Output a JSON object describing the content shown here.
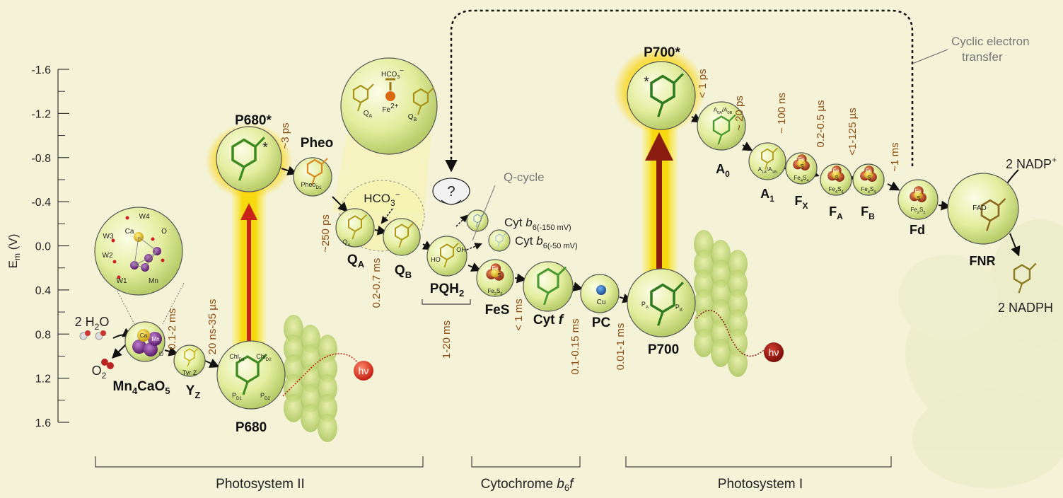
{
  "axis": {
    "label_main": "E",
    "label_sub": "m",
    "label_unit": " (V)",
    "ticks": [
      "-1.6",
      "-1.2",
      "-0.8",
      "-0.4",
      "0.0",
      "0.4",
      "0.8",
      "1.2",
      "1.6"
    ]
  },
  "sections": {
    "ps2": "Photosystem II",
    "cyt_pre": "Cytochrome ",
    "cyt_b": "b",
    "cyt_sub": "6",
    "cyt_f": "f",
    "ps1": "Photosystem I"
  },
  "cyclic": {
    "line1": "Cyclic electron",
    "line2": "transfer"
  },
  "qcycle": "Q-cycle",
  "question": "?",
  "water": {
    "pre": "2 H",
    "sub": "2",
    "post": "O"
  },
  "oxygen": {
    "pre": "O",
    "sub": "2"
  },
  "mn_cluster": {
    "pre": "Mn",
    "s1": "4",
    "mid": "CaO",
    "s2": "5"
  },
  "mn_atoms": {
    "ca": "Ca",
    "mn": "Mn",
    "o": "O"
  },
  "cluster_zoom": {
    "w4": "W4",
    "w3": "W3",
    "w2": "W2",
    "w1": "W1",
    "ca": "Ca",
    "o": "O",
    "mn": "Mn"
  },
  "yz": {
    "pre": "Y",
    "sub": "Z",
    "inner": "Tyr Z"
  },
  "p680": {
    "name": "P680",
    "star_name": "P680*",
    "star": "*",
    "chl1": "Chl",
    "chl1_sub": "D1",
    "chl2": "Chl",
    "chl2_sub": "D2",
    "pd1": "P",
    "pd1_sub": "D1",
    "pd2": "P",
    "pd2_sub": "D2"
  },
  "pheo": {
    "name": "Pheo",
    "inner": "Pheo",
    "inner_sub": "D1"
  },
  "qa": {
    "pre": "Q",
    "sub": "A",
    "inner": "Q",
    "inner_sub": "A"
  },
  "qb": {
    "pre": "Q",
    "sub": "B",
    "inner": "Q",
    "inner_sub": "B"
  },
  "bicarb": {
    "pre": "HCO",
    "sub": "3",
    "sup": "−"
  },
  "zoom_qaqb": {
    "hco": "HCO",
    "hco_sub": "3",
    "hco_sup": "−",
    "fe": "Fe",
    "fe_sup": "2+",
    "qa": "Q",
    "qa_sub": "A",
    "qb": "Q",
    "qb_sub": "B"
  },
  "pqh2": {
    "pre": "PQH",
    "sub": "2",
    "ho": "HO",
    "oh": "OH"
  },
  "cytb1": {
    "pre": "Cyt ",
    "b": "b",
    "sub": "6(-150 mV)"
  },
  "cytb2": {
    "pre": "Cyt ",
    "b": "b",
    "sub": "6(-50 mV)"
  },
  "fes": {
    "name": "FeS",
    "fe": "Fe",
    "s": "S",
    "inner": "Fe",
    "inner_s1": "2",
    "inner_mid": "S",
    "inner_s2": "2"
  },
  "cytf": {
    "pre": "Cyt ",
    "f": "f"
  },
  "pc": {
    "name": "PC",
    "inner": "Cu"
  },
  "p700": {
    "name": "P700",
    "star_name": "P700*",
    "star": "*",
    "pa": "P",
    "pa_sub": "A",
    "pb": "P",
    "pb_sub": "B"
  },
  "a0": {
    "pre": "A",
    "sub": "0",
    "inner1": "A",
    "inner1_sub": "0A",
    "slash": "/A",
    "inner2_sub": "0B"
  },
  "a1": {
    "pre": "A",
    "sub": "1",
    "inner": "A",
    "inner_sub": "1A",
    "slash": "/A",
    "inner2_sub": "1B"
  },
  "fx": {
    "pre": "F",
    "sub": "X",
    "fe": "Fe",
    "s": "S",
    "inner": "Fe",
    "inner_s1": "4",
    "inner_mid": "S",
    "inner_s2": "4"
  },
  "fa": {
    "pre": "F",
    "sub": "A",
    "fe": "Fe",
    "s": "S",
    "inner": "Fe",
    "inner_s1": "4",
    "inner_mid": "S",
    "inner_s2": "4"
  },
  "fb": {
    "pre": "F",
    "sub": "B",
    "fe": "Fe",
    "s": "S",
    "inner": "Fe",
    "inner_s1": "4",
    "inner_mid": "S",
    "inner_s2": "4"
  },
  "fd": {
    "name": "Fd",
    "fe": "Fe",
    "s": "S",
    "inner": "Fe",
    "inner_s1": "2",
    "inner_mid": "S",
    "inner_s2": "2"
  },
  "fnr": {
    "name": "FNR",
    "inner": "FAD"
  },
  "nadp": {
    "pre": "2 NADP",
    "sup": "+"
  },
  "nadph": "2 NADPH",
  "photon": "hν",
  "times": {
    "t_mn_yz": "0.1-2 ms",
    "t_yz_p680": "20 ns-35 µs",
    "t_p680_pheo": "~3 ps",
    "t_pheo_qa": "~250 ps",
    "t_qa_qb": "0.2-0.7 ms",
    "t_pqh2": "1-20 ms",
    "t_fes_cytf": "< 1 ms",
    "t_cytf_pc": "0.1-0.15 ms",
    "t_pc_p700": "0.01-1 ms",
    "t_p700_a0": "< 1 ps",
    "t_a0_a1": "~ 20 ps",
    "t_a1_fx": "~ 100 ns",
    "t_fx_fa": "0.2-0.5 µs",
    "t_fa_fb": "<1-125 µs",
    "t_fb_fd": "~1 ms"
  },
  "colors": {
    "background": "#f4f3d8",
    "sphere": "#e2eda0",
    "time_label": "#8a4a10",
    "excitation_arrow": "#c82318",
    "glow": "#f6d80e"
  }
}
